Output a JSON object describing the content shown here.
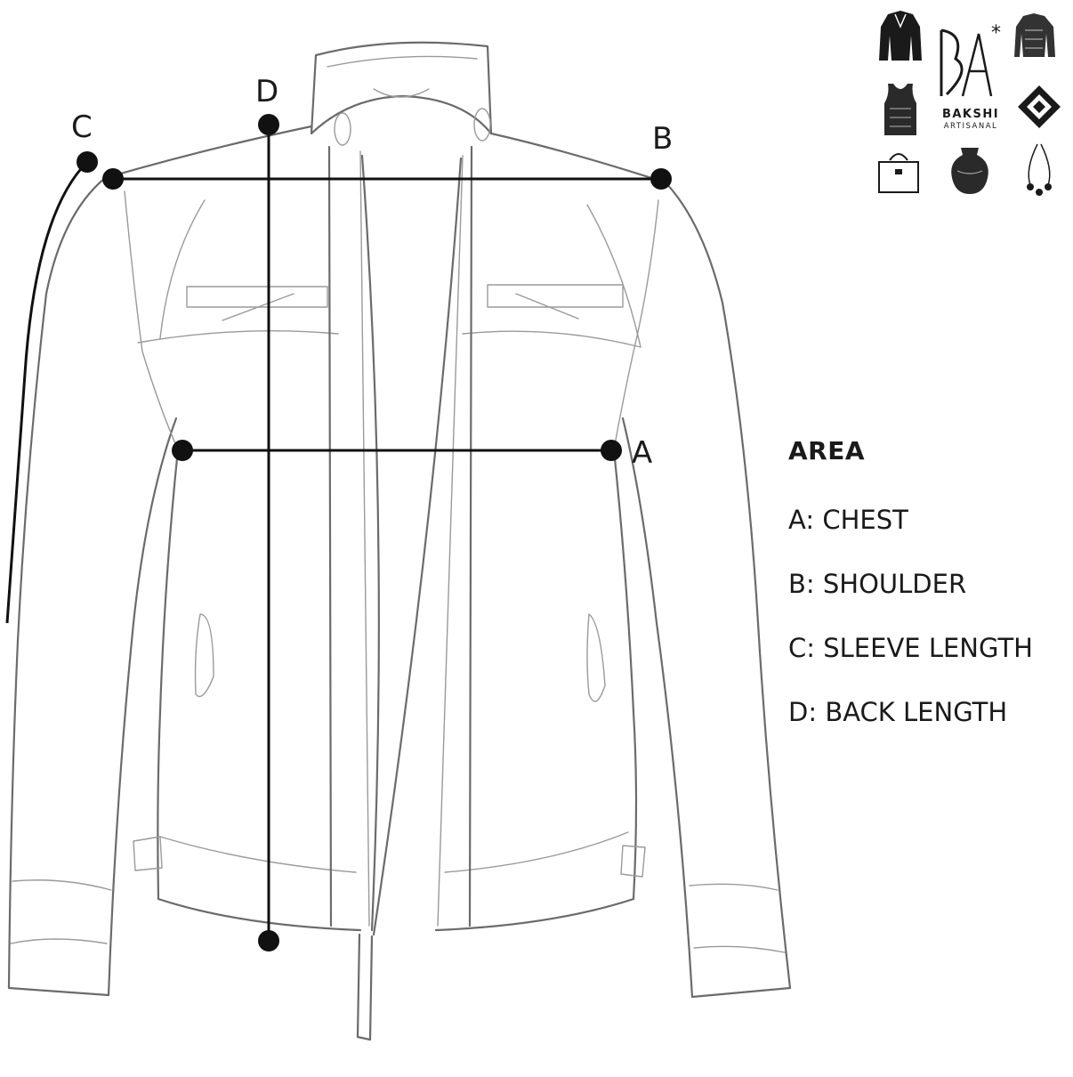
{
  "points": {
    "a": "A",
    "b": "B",
    "c": "C",
    "d": "D"
  },
  "legend": {
    "heading": "AREA",
    "items": [
      "A: CHEST",
      "B: SHOULDER",
      "C: SLEEVE LENGTH",
      "D: BACK LENGTH"
    ]
  },
  "brand": {
    "name": "BAKSHI",
    "tagline": "ARTISANAL",
    "monogram": "BA",
    "icons": [
      "leather-jacket-icon",
      "sweater-icon",
      "tank-top-icon",
      "pattern-motif-icon",
      "handbag-icon",
      "pot-icon",
      "necklace-icon"
    ]
  },
  "colors": {
    "sketch": "#6b6b6b",
    "measure": "#111111"
  }
}
